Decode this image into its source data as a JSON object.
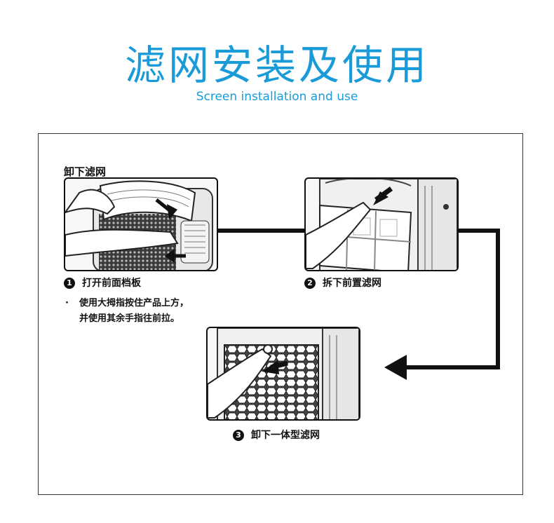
{
  "header": {
    "title": "滤网安装及使用",
    "subtitle": "Screen installation and use"
  },
  "section_heading": "卸下滤网",
  "steps": [
    {
      "number": "1",
      "label": "打开前面档板"
    },
    {
      "number": "2",
      "label": "拆下前置滤网"
    },
    {
      "number": "3",
      "label": "卸下一体型滤网"
    }
  ],
  "note": {
    "bullet": "·",
    "line1": "使用大拇指按住产品上方，",
    "line2": "并使用其余手指往前拉。"
  },
  "colors": {
    "accent": "#1a9bd9",
    "ink": "#111111"
  }
}
